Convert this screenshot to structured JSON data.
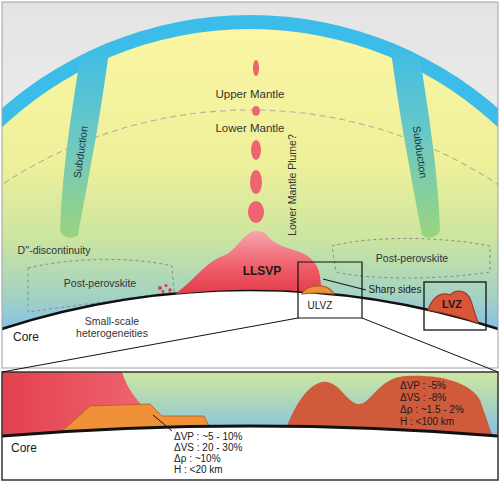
{
  "diagram": {
    "nodes": [
      {
        "text": [
          "LLSVP"
        ]
      },
      {
        "text": [
          "LVZ"
        ]
      }
    ],
    "labels": [
      "Upper Mantle",
      "Lower Mantle",
      "Lower Mantle Plume?",
      "Subduction",
      "Subduction",
      "D''-discontinuity",
      "Post-perovskite",
      "Post-perovskite",
      "Small-scale heterogeneities",
      "ULVZ",
      "Sharp sides",
      "Core",
      "Core",
      "ΔVP : ~5 - 10%",
      "ΔVS : 20 - 30%",
      "Δρ : ~10%",
      "H : <20 km",
      "ΔVP : -5%",
      "ΔVS : -8%",
      "Δρ : ~1.5 - 2%",
      "H : <100 km"
    ]
  }
}
